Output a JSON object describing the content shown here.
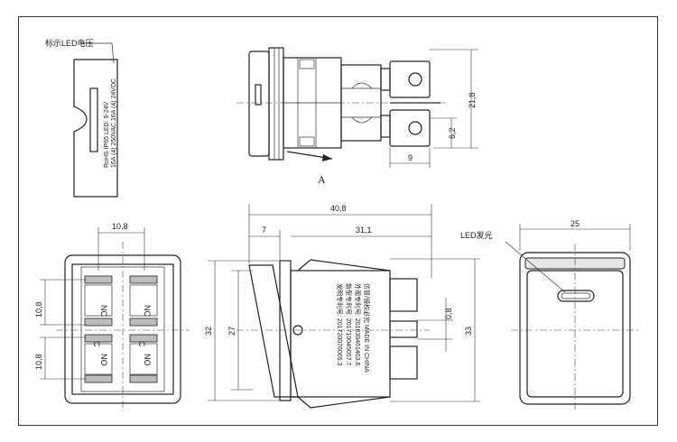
{
  "labels": {
    "led_voltage_label": "标示LED电压",
    "view_a": "A",
    "led_label": "LED发光"
  },
  "rating_label": {
    "line1": "RoHS IP65 LED: 9-24V",
    "line2": "16A (4) 250VAC 16A (4) 24VDC"
  },
  "dimensions": {
    "side_height": "21,8",
    "terminal_gap": "6,2",
    "terminal_width": "9",
    "top_width": "10,8",
    "left_h1": "10,8",
    "left_h2": "10,8",
    "overall_length": "40,8",
    "rocker_len": "7",
    "body_len": "31,1",
    "height_32": "32",
    "height_27": "27",
    "pin_0_8": "0,8",
    "right_33": "33",
    "front_width": "25"
  },
  "terminal_labels": {
    "nc_left": "NC",
    "nc_right": "NC",
    "no_left": "NO",
    "c_left": "C",
    "c_right": "C",
    "no_right": "NO"
  },
  "body_text": {
    "line1": "发明专利号: 201720076065.3",
    "line2": "新型专利号: 201710045057.7",
    "line3": "外观专利号: 201630461463.6",
    "line4": "仿冒/侵权必究   MADE IN CHINA"
  }
}
